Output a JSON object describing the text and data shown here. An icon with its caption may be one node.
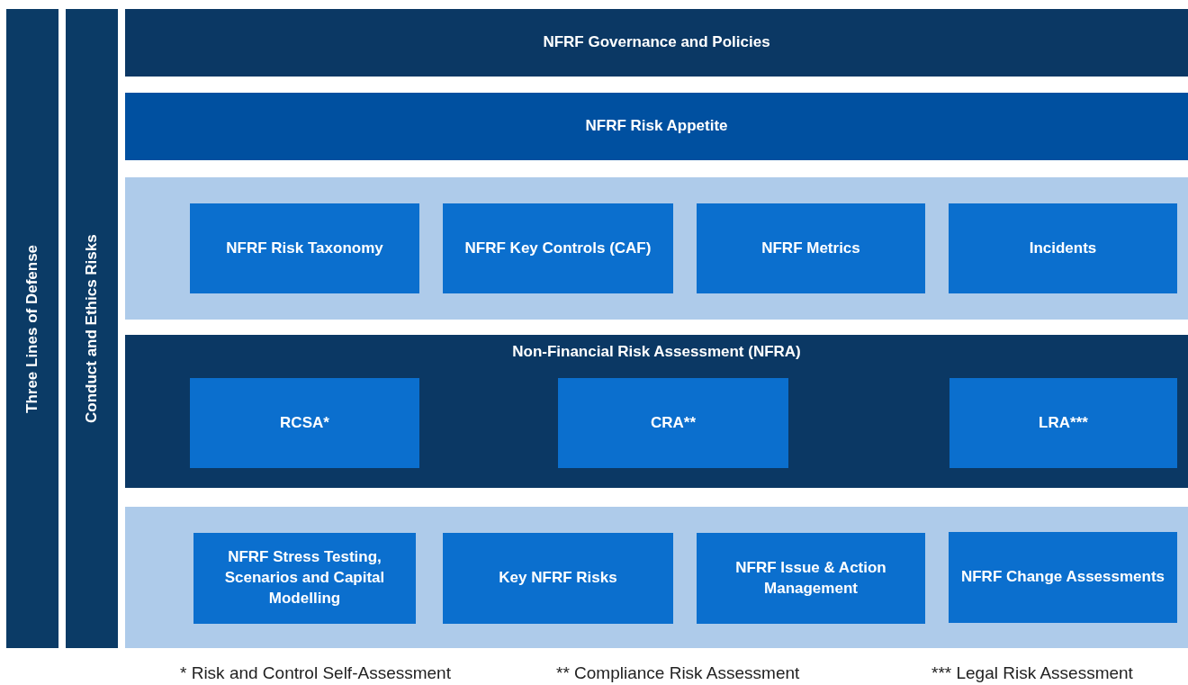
{
  "diagram": {
    "nodes": [
      {
        "text": [
          "Three Lines of Defense"
        ]
      },
      {
        "text": [
          "Conduct and Ethics Risks"
        ]
      },
      {
        "text": [
          "NFRF Governance and Policies"
        ]
      },
      {
        "text": [
          "NFRF Risk Appetite"
        ]
      },
      {
        "text": [],
        "shape": "box"
      },
      {
        "text": [
          "NFRF Risk Taxonomy"
        ],
        "in": 4
      },
      {
        "text": [
          "NFRF Key Controls (CAF)"
        ],
        "in": 4
      },
      {
        "text": [
          "NFRF Metrics"
        ],
        "in": 4
      },
      {
        "text": [
          "Incidents"
        ],
        "in": 4
      },
      {
        "text": [
          "Non-Financial Risk Assessment (NFRA)"
        ]
      },
      {
        "text": [
          "RCSA*"
        ],
        "in": 9
      },
      {
        "text": [
          "CRA**"
        ],
        "in": 9
      },
      {
        "text": [
          "LRA***"
        ],
        "in": 9
      },
      {
        "text": [],
        "shape": "box"
      },
      {
        "text": [
          "NFRF Stress Testing, Scenarios and Capital Modelling"
        ],
        "in": 13
      },
      {
        "text": [
          "Key NFRF Risks"
        ],
        "in": 13
      },
      {
        "text": [
          "NFRF Issue & Action Management"
        ],
        "in": 13
      },
      {
        "text": [
          "NFRF Change Assessments"
        ],
        "in": 13
      }
    ],
    "labels": [
      "* Risk and Control Self-Assessment",
      "** Compliance Risk Assessment",
      "*** Legal Risk Assessment"
    ]
  }
}
